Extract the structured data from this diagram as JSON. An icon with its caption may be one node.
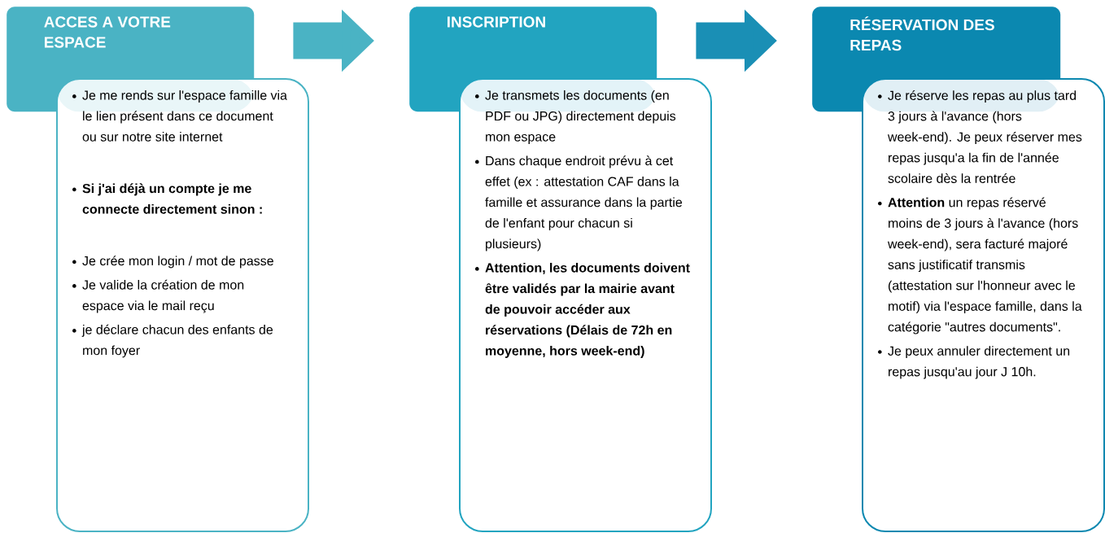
{
  "diagram": {
    "nodes": [
      {
        "text": [
          "ACCES A VOTRE ESPACE"
        ]
      },
      {
        "text": [
          "Je me rends sur l'espace famille via le lien présent dans ce document ou sur notre site internet",
          "Si j'ai déjà un compte je me connecte directement sinon :",
          "Je crée mon login / mot de passe",
          "Je valide la création de mon espace via le mail reçu",
          "je déclare chacun des enfants de mon foyer"
        ]
      },
      {
        "text": [
          "INSCRIPTION"
        ]
      },
      {
        "text": [
          "Je transmets les documents (en PDF ou JPG) directement depuis mon espace",
          "Dans chaque endroit prévu à cet effet (ex : attestation CAF dans la famille et assurance dans la partie de l'enfant pour chacun si plusieurs)",
          "Attention, les documents doivent être validés par la mairie avant de pouvoir accéder aux réservations (Délais de 72h en moyenne, hors week-end)"
        ]
      },
      {
        "text": [
          "RÉSERVATION DES REPAS"
        ]
      },
      {
        "text": [
          "Je réserve les repas au plus tard 3 jours à l'avance (hors week-end). Je peux réserver mes repas jusqu'a la fin de l'année scolaire dès la rentrée",
          "**Attention** un repas réservé moins de 3 jours à l'avance (hors week-end), sera facturé majoré sans justificatif transmis (attestation sur l'honneur avec le motif) via l'espace famille, dans la catégorie \"autres documents\".",
          "Je peux annuler directement un repas jusqu'au jour J 10h."
        ]
      }
    ],
    "edges": [
      {
        "from": 0,
        "to": 2,
        "arrow": "to",
        "color": "#4ab3c4"
      },
      {
        "from": 2,
        "to": 4,
        "arrow": "to",
        "color": "#1a8fb5"
      }
    ]
  }
}
